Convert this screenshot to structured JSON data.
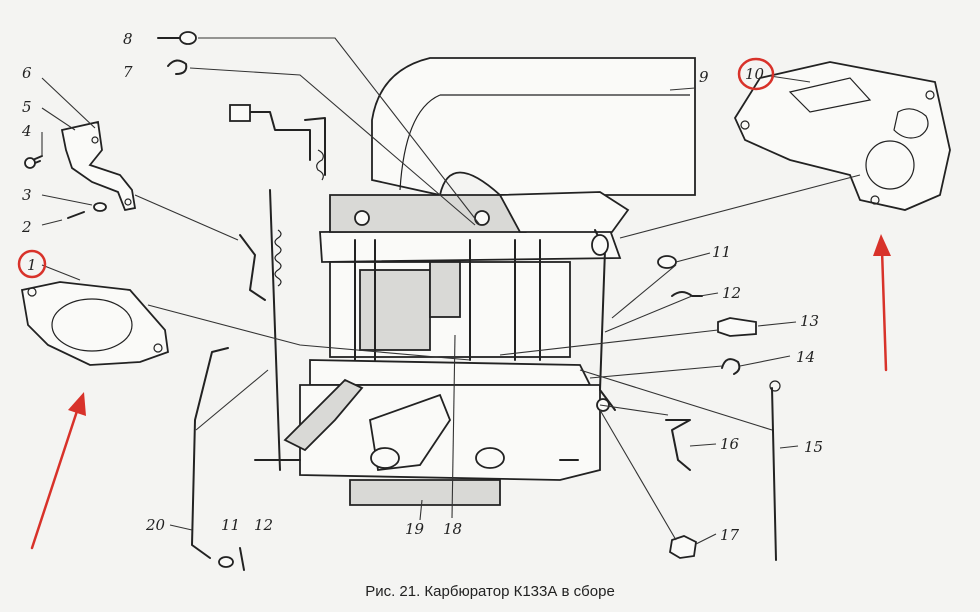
{
  "labels": {
    "p1": "1",
    "p2": "2",
    "p3": "3",
    "p4": "4",
    "p5": "5",
    "p6": "6",
    "p7": "7",
    "p8": "8",
    "p9": "9",
    "p10": "10",
    "p11a": "11",
    "p12a": "12",
    "p13": "13",
    "p14": "14",
    "p15": "15",
    "p16": "16",
    "p17": "17",
    "p18": "18",
    "p19": "19",
    "p20": "20",
    "p11b": "11",
    "p12b": "12"
  },
  "caption": "Рис. 21. Карбюратор К133А в сборе",
  "annotation_color": "#d8322a"
}
